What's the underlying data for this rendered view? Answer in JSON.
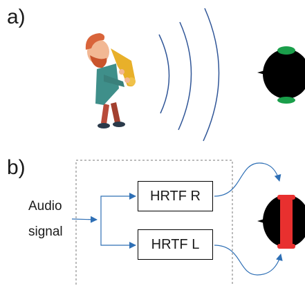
{
  "panels": {
    "a": {
      "label": "a)"
    },
    "b": {
      "label": "b)"
    }
  },
  "input": {
    "line1": "Audio",
    "line2": "signal"
  },
  "filters": [
    {
      "label": "HRTF R"
    },
    {
      "label": "HRTF L"
    }
  ],
  "colors": {
    "wave": "#2f5597",
    "arrow": "#2e6fb5",
    "head": "#000000",
    "ear_green": "#1a9e4a",
    "ear_bar": "#e8302f",
    "skin": "#f2b894",
    "hair": "#d9643a",
    "shirt": "#3f8f8a",
    "pants": "#b84b3a",
    "sax": "#e8b02a"
  },
  "icons": [
    "saxophone-player-illustration",
    "listener-head-icon",
    "sound-wave-icon"
  ]
}
